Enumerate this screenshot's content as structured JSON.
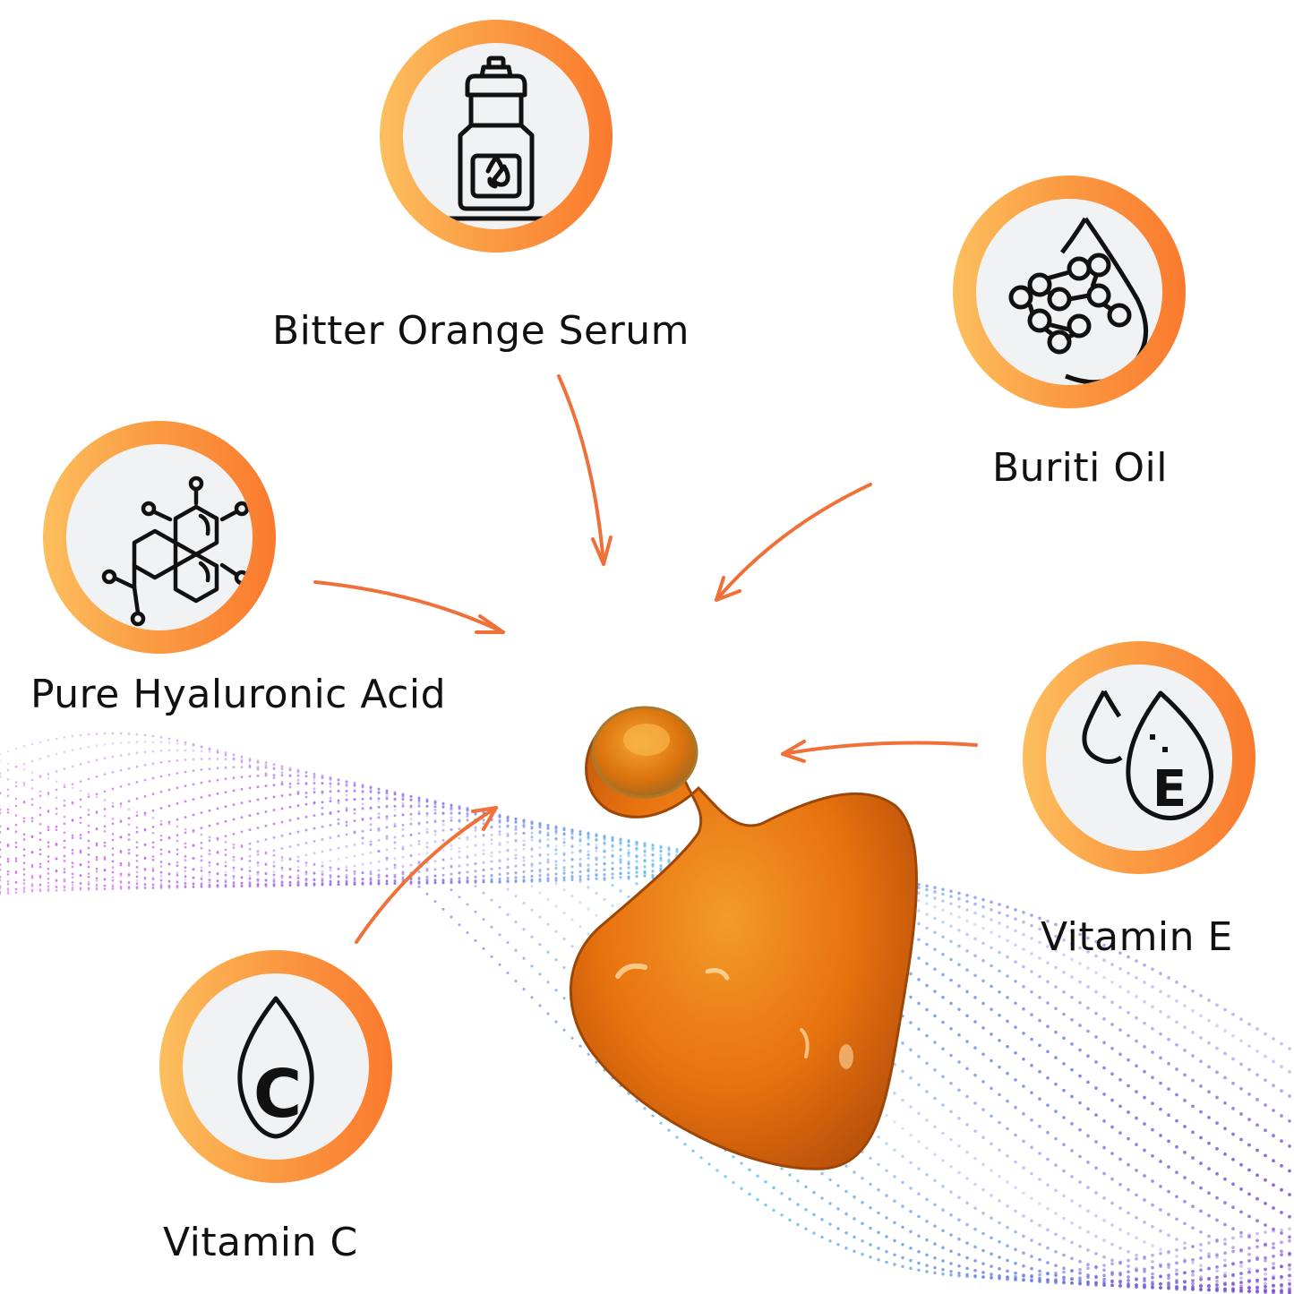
{
  "ingredients": [
    {
      "key": "bitter_orange",
      "label": "Bitter Orange Serum",
      "icon": "serum-bottle-icon"
    },
    {
      "key": "buriti",
      "label": "Buriti Oil",
      "icon": "molecule-drop-icon"
    },
    {
      "key": "hyaluronic",
      "label": "Pure Hyaluronic Acid",
      "icon": "molecule-structure-icon"
    },
    {
      "key": "vitamin_e",
      "label": "Vitamin E",
      "icon": "vitamin-e-drops-icon",
      "icon_text": "E"
    },
    {
      "key": "vitamin_c",
      "label": "Vitamin C",
      "icon": "vitamin-c-drop-icon",
      "icon_text": "C"
    }
  ],
  "colors": {
    "badge_gradient_start": "#fcbf5e",
    "badge_gradient_end": "#fa7a2e",
    "badge_inner": "#f1f2f4",
    "arrow": "#f0703a",
    "capsule": "#e8730f"
  }
}
